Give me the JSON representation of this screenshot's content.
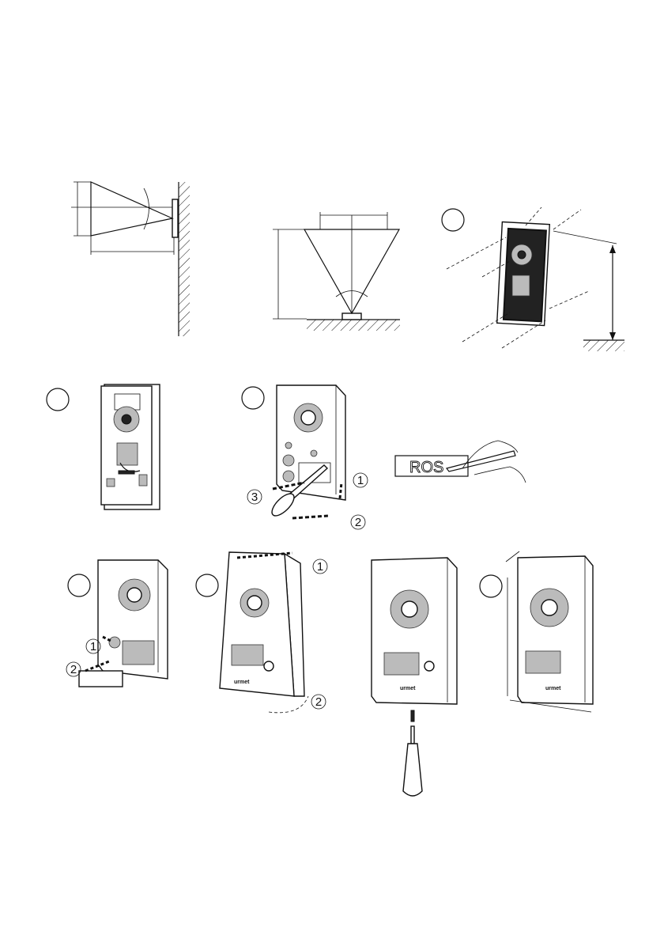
{
  "figures": {
    "fig_c": {
      "step_circle": ""
    },
    "fig_d": {
      "step_circle": ""
    },
    "fig_e": {
      "step_circle": "",
      "labels": [
        "1",
        "2",
        "3"
      ]
    },
    "fig_f": {
      "name_tag_text": "ROS"
    },
    "fig_g": {
      "step_circle": "",
      "labels": [
        "1",
        "2"
      ]
    },
    "fig_h": {
      "step_circle": "",
      "labels": [
        "1",
        "2"
      ],
      "logo": "urmet"
    },
    "fig_i": {
      "logo": "urmet"
    },
    "fig_j": {
      "step_circle": "",
      "logo": "urmet"
    }
  }
}
